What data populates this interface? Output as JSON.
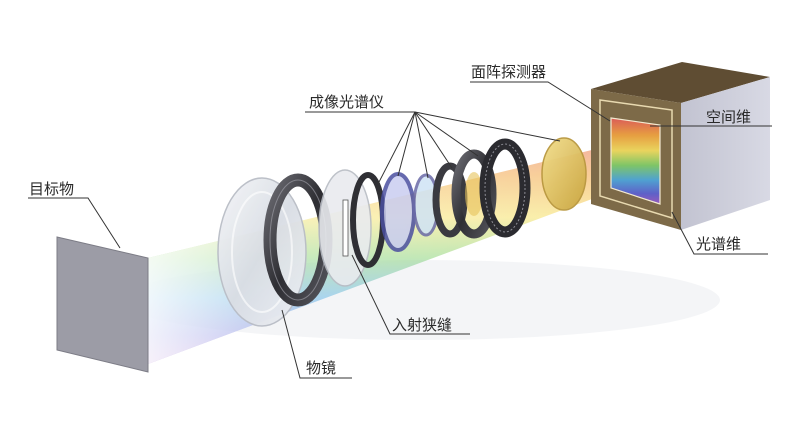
{
  "labels": {
    "target": "目标物",
    "objective": "物镜",
    "slit": "入射狭缝",
    "imaging_spectrometer": "成像光谱仪",
    "area_detector": "面阵探测器",
    "spatial_dimension": "空间维",
    "spectral_dimension": "光谱维"
  },
  "colors": {
    "target_panel": "#9c9ca6",
    "detector_front": "#7d6a48",
    "detector_side": "#cfd0dc",
    "detector_top": "#5f4d33",
    "lens_ring": "#3b3b3f",
    "filter": "#e3c25a"
  }
}
